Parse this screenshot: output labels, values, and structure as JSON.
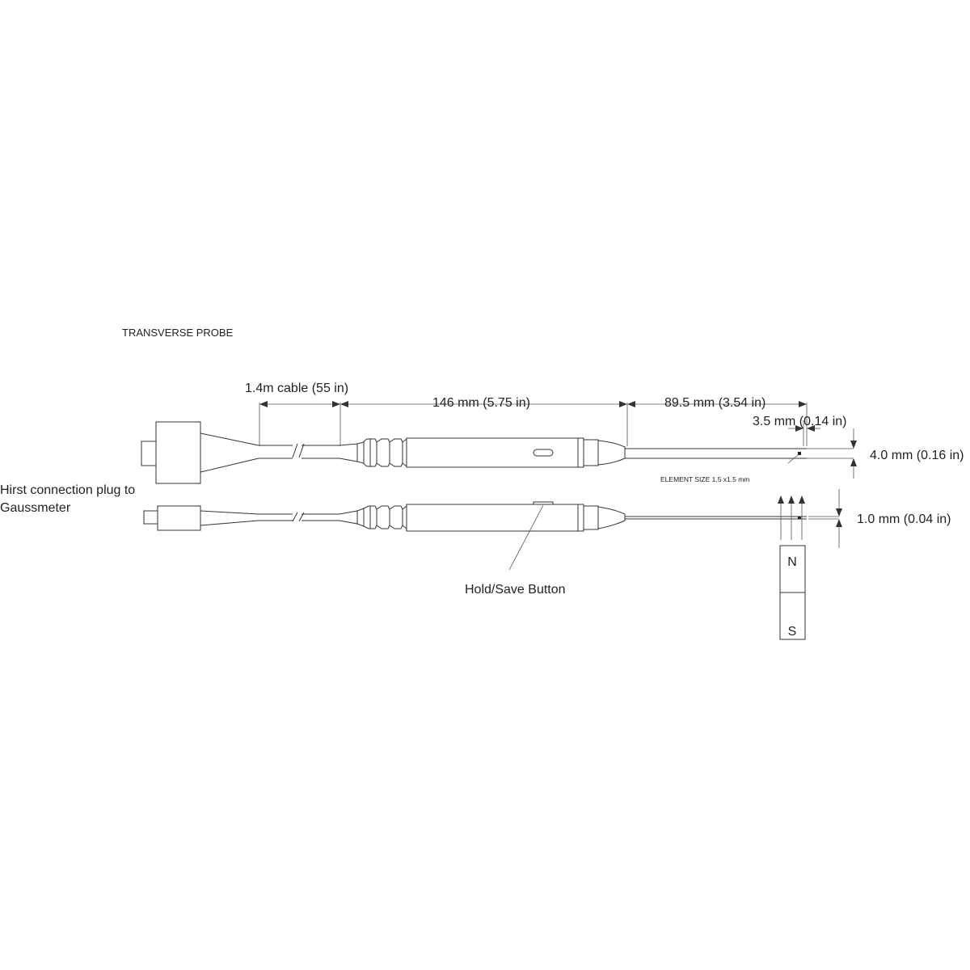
{
  "title": "TRANSVERSE PROBE",
  "labels": {
    "plug_line1": "Hirst connection plug to",
    "plug_line2": "Gaussmeter",
    "button": "Hold/Save Button",
    "element_size": "ELEMENT SIZE 1.5 x1.5 mm",
    "north": "N",
    "south": "S"
  },
  "dimensions": {
    "cable": "1.4m cable (55 in)",
    "handle": "146 mm (5.75 in)",
    "shaft": "89.5 mm (3.54 in)",
    "tip_offset": "3.5 mm (0.14 in)",
    "width": "4.0 mm (0.16 in)",
    "thickness": "1.0 mm (0.04 in)"
  }
}
